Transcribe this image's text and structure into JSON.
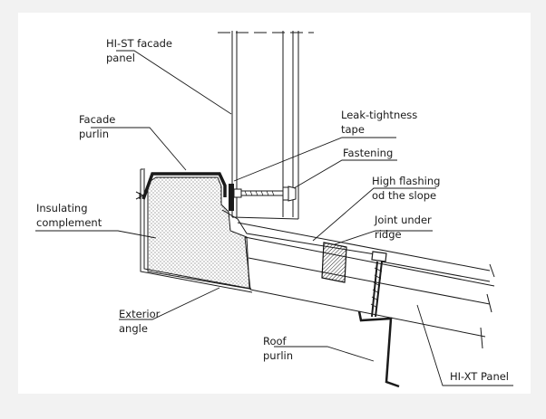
{
  "labels": {
    "facade_panel": [
      "HI-ST facade",
      "panel"
    ],
    "facade_purlin": [
      "Facade",
      "purlin"
    ],
    "leak_tape": [
      "Leak-tightness",
      "tape"
    ],
    "fastening": [
      "Fastening"
    ],
    "high_flashing": [
      "High flashing",
      "od the slope"
    ],
    "insulating": [
      "Insulating",
      "complement"
    ],
    "joint": [
      "Joint under",
      "ridge"
    ],
    "exterior": [
      "Exterior",
      "angle"
    ],
    "roof_purlin": [
      "Roof",
      "purlin"
    ],
    "roof_panel": [
      "HI-XT Panel"
    ]
  },
  "colors": {
    "background": "#f2f2f2",
    "drawing_background": "#ffffff",
    "line": "#1a1a1a",
    "joint_fill": "#111111"
  }
}
